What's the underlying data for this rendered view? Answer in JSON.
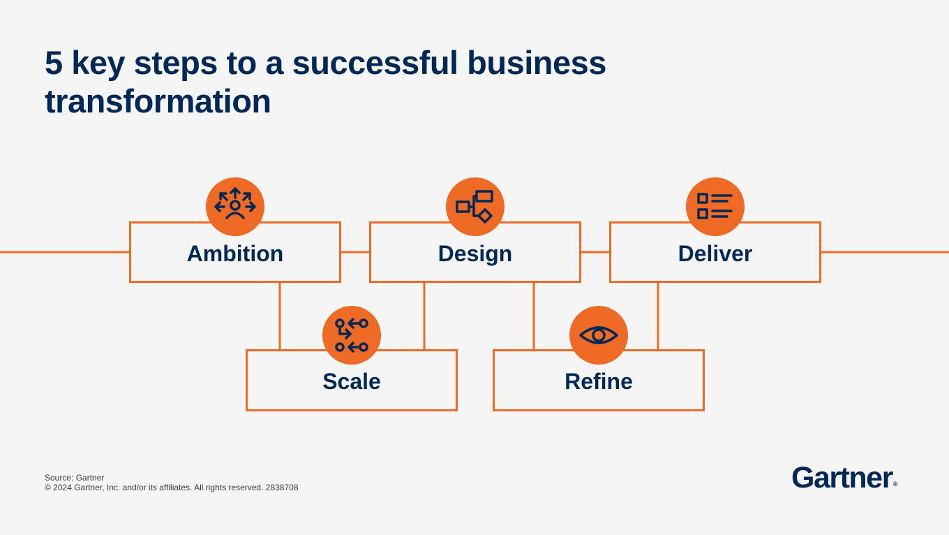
{
  "title": "5 key steps to a successful business transformation",
  "steps": [
    {
      "label": "Ambition",
      "icon": "people-arrows-icon"
    },
    {
      "label": "Design",
      "icon": "flowchart-icon"
    },
    {
      "label": "Deliver",
      "icon": "checklist-icon"
    },
    {
      "label": "Scale",
      "icon": "workflow-branch-icon"
    },
    {
      "label": "Refine",
      "icon": "eye-icon"
    }
  ],
  "footer": {
    "source": "Source: Gartner",
    "copyright": "© 2024 Gartner, Inc. and/or its affiliates. All rights reserved. 2838708"
  },
  "brand": {
    "name": "Gartner",
    "mark": "®"
  },
  "colors": {
    "accent": "#ef6a25",
    "navy": "#002856",
    "background": "#f5f5f5"
  }
}
